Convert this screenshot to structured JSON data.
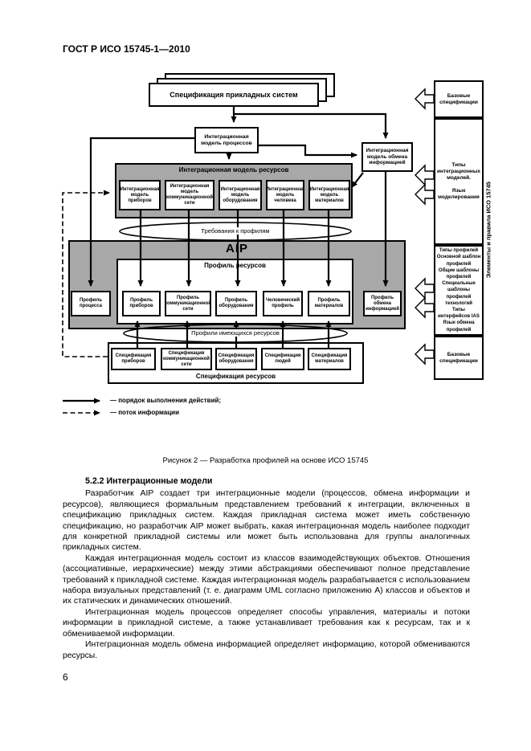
{
  "page": {
    "header": "ГОСТ Р ИСО 15745-1—2010",
    "page_number": "6"
  },
  "figure": {
    "caption": "Рисунок 2 — Разработка профилей на основе ИСО 15745",
    "app_spec": "Спецификация прикладных систем",
    "process_model": "Интеграционная модель процессов",
    "info_exchange_model": "Интеграционная модель обмена информацией",
    "resources_model": {
      "title": "Интеграционная модель ресурсов",
      "items": [
        "Интеграционная модель приборов",
        "Интеграционная модель коммуникационной сети",
        "Интеграционная модель оборудования",
        "Интеграционная модель человека",
        "Интеграционная модель материалов"
      ]
    },
    "requirements_label": "Требования к профилям",
    "aip": {
      "title": "AIP",
      "resource_profile_title": "Профиль ресурсов",
      "process_profile": "Профиль процесса",
      "profiles": [
        "Профиль приборов",
        "Профиль коммуникационной сети",
        "Профиль оборудования",
        "Человеческий профиль",
        "Профиль материалов"
      ],
      "info_exchange_profile": "Профиль обмена информацией"
    },
    "available_profiles_label": "Профили имеющихся ресурсов",
    "resource_spec": {
      "title": "Спецификация ресурсов",
      "items": [
        "Спецификация приборов",
        "Спецификация коммуникационной сети",
        "Спецификация оборудования",
        "Спецификация людей",
        "Спецификация материалов"
      ]
    },
    "side_column": {
      "sections": [
        "Базовые\nспецификации",
        "Типы\nинтеграционных\nмоделей.\n\nЯзык\nмоделирования",
        "Типы профилей\nОсновной шаблон\nпрофилей\nОбщие шаблоны\nпрофилей\nСпециальные\nшаблоны\nпрофилей\nтехнологий\nТипы\nинтерфейсов IAS\nЯзык обмена\nпрофилей",
        "Базовые\nспецификации"
      ],
      "vertical_label": "Элементы и правила ИСО 15745"
    },
    "legend": [
      {
        "style": "solid",
        "label": "— порядок выполнения действий;"
      },
      {
        "style": "dashed",
        "label": "— поток информации"
      }
    ]
  },
  "section": {
    "heading": "5.2.2 Интеграционные модели",
    "paragraphs": [
      "Разработчик AIP создает три интеграционные модели (процессов, обмена информации и ресурсов), являющиеся формальным представлением требований к интеграции, включенных в спецификацию прикладных систем. Каждая прикладная система может иметь собственную спецификацию, но разработчик AIP может выбрать, какая интеграционная модель наиболее подходит для конкретной прикладной системы или может быть использована для группы аналогичных прикладных систем.",
      "Каждая интеграционная модель состоит из классов взаимодействующих объектов. Отношения (ассоциативные, иерархические) между этими абстракциями обеспечивают полное представление требований к прикладной системе. Каждая интеграционная модель разрабатывается с использованием набора визуальных представлений (т. е. диаграмм UML согласно приложению А) классов и объектов и их статических и динамических отношений.",
      "Интеграционная модель процессов определяет способы управления, материалы и потоки информации в прикладной системе, а также устанавливает требования как к ресурсам, так и к обмениваемой информации.",
      "Интеграционная модель обмена информацией определяет информацию, которой обмениваются ресурсы."
    ]
  },
  "colors": {
    "container_gray": "#a8a8a8",
    "line_black": "#000000",
    "page_bg": "#ffffff"
  }
}
